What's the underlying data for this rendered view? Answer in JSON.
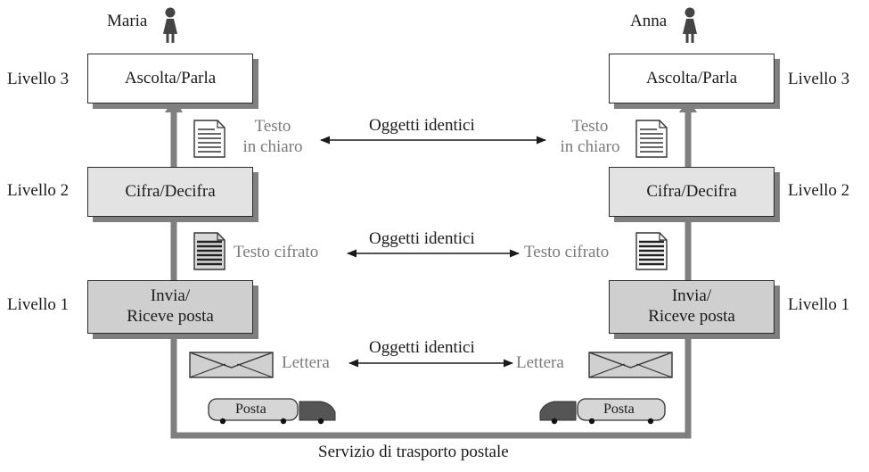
{
  "people": {
    "left": "Maria",
    "right": "Anna"
  },
  "levels": {
    "l3": {
      "label": "Livello 3",
      "box": "Ascolta/Parla"
    },
    "l2": {
      "label": "Livello 2",
      "box": "Cifra/Decifra"
    },
    "l1": {
      "label": "Livello 1",
      "box": "Invia/\nRiceve posta"
    }
  },
  "objects": {
    "plaintext": "Testo\nin chiaro",
    "ciphertext": "Testo cifrato",
    "letter": "Lettera",
    "identical": "Oggetti identici"
  },
  "truck_label": "Posta",
  "footer": "Servizio di trasporto postale",
  "colors": {
    "line": "#7f7f7f",
    "box_border": "#2a2a2a",
    "gray_text": "#7a7a7a"
  },
  "icons": [
    "person-icon",
    "document-icon",
    "envelope-icon",
    "truck-icon"
  ]
}
